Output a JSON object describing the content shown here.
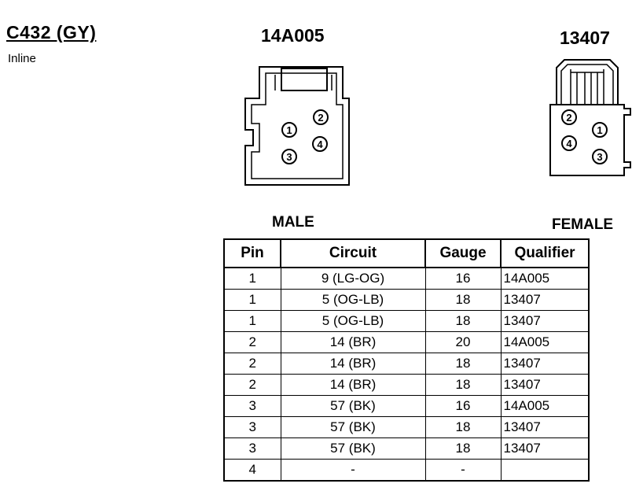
{
  "header": {
    "title": "C432 (GY)",
    "subtitle": "Inline"
  },
  "connectors": {
    "male": {
      "part": "14A005",
      "gender": "MALE",
      "pins": [
        "1",
        "2",
        "3",
        "4"
      ]
    },
    "female": {
      "part": "13407",
      "gender": "FEMALE",
      "pins": [
        "1",
        "2",
        "3",
        "4"
      ]
    }
  },
  "table": {
    "headers": [
      "Pin",
      "Circuit",
      "Gauge",
      "Qualifier"
    ],
    "rows": [
      [
        "1",
        "9 (LG-OG)",
        "16",
        "14A005"
      ],
      [
        "1",
        "5 (OG-LB)",
        "18",
        "13407"
      ],
      [
        "1",
        "5 (OG-LB)",
        "18",
        "13407"
      ],
      [
        "2",
        "14 (BR)",
        "20",
        "14A005"
      ],
      [
        "2",
        "14 (BR)",
        "18",
        "13407"
      ],
      [
        "2",
        "14 (BR)",
        "18",
        "13407"
      ],
      [
        "3",
        "57 (BK)",
        "16",
        "14A005"
      ],
      [
        "3",
        "57 (BK)",
        "18",
        "13407"
      ],
      [
        "3",
        "57 (BK)",
        "18",
        "13407"
      ],
      [
        "4",
        "-",
        "-",
        ""
      ]
    ]
  }
}
